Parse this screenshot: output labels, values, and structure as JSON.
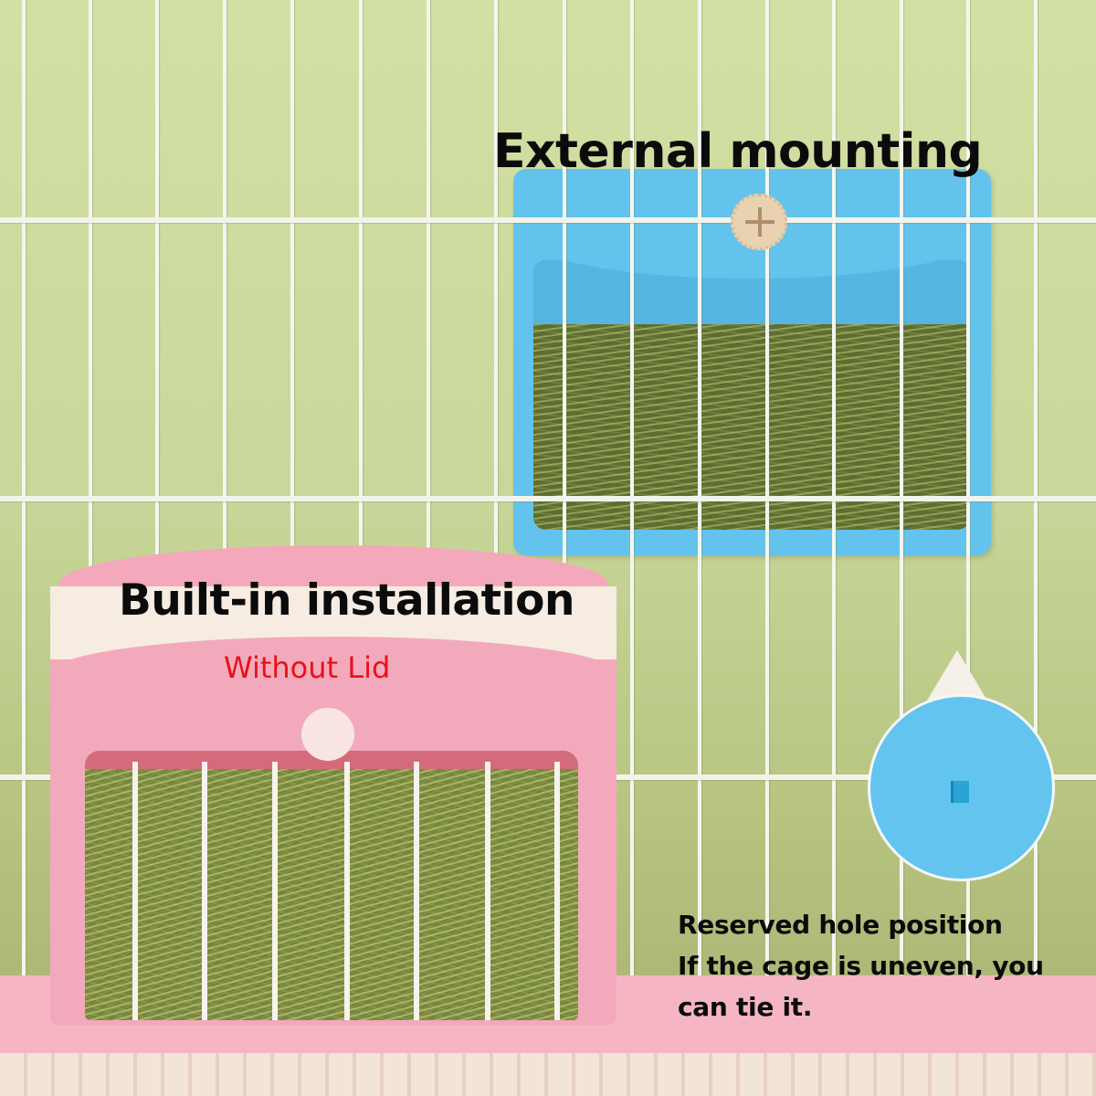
{
  "scene": {
    "background_color": "#c9d89a",
    "wire_color": "#f4f6ee",
    "vertical_wires_x": [
      24,
      97,
      170,
      244,
      318,
      393,
      467,
      541,
      616,
      690,
      764,
      838,
      911,
      985,
      1058,
      1132
    ],
    "horizontal_wires_y": [
      238,
      543,
      848
    ]
  },
  "labels": {
    "external_mounting": "External mounting",
    "built_in_installation": "Built-in installation",
    "without_lid": "Without Lid",
    "reserved_hole_note": "Reserved hole position\nIf the cage is uneven, you\ncan tie it."
  },
  "products": {
    "blue_feeder": {
      "color": "#63c3ec",
      "mount": "external"
    },
    "pink_feeder": {
      "color": "#f3a9bc",
      "mount": "built-in",
      "bars": 7
    },
    "detail": {
      "color": "#62c4ef",
      "feature": "reserved hole"
    }
  },
  "colors": {
    "title_text": "#0b0b0b",
    "accent_text": "#e8111b",
    "floor_rail": "#f6b5c3",
    "floor_mat": "#f3e4d8"
  }
}
